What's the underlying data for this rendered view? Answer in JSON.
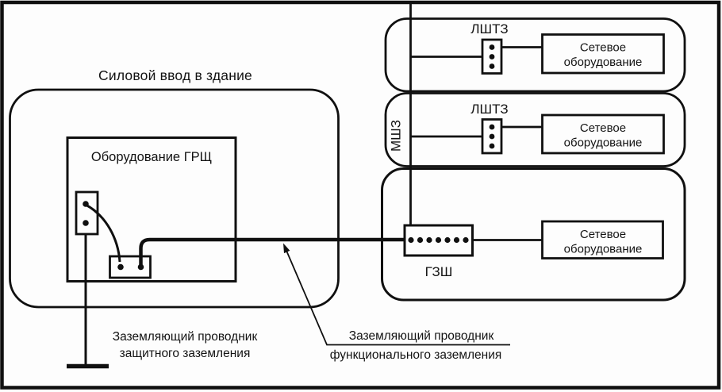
{
  "colors": {
    "ink": "#101010",
    "paper": "#fdfdfd"
  },
  "power_input": {
    "title": "Силовой ввод в здание",
    "grsh_label": "Оборудование ГРЩ"
  },
  "ground_bus": {
    "mshz_label": "МШЗ",
    "gzsh_label": "ГЗШ"
  },
  "branches": [
    {
      "terminal_label": "ЛШТЗ",
      "equipment": {
        "line1": "Сетевое",
        "line2": "оборудование"
      }
    },
    {
      "terminal_label": "ЛШТЗ",
      "equipment": {
        "line1": "Сетевое",
        "line2": "оборудование"
      }
    },
    {
      "equipment": {
        "line1": "Сетевое",
        "line2": "оборудование"
      }
    }
  ],
  "annotations": {
    "protective": {
      "line1": "Заземляющий проводник",
      "line2": "защитного заземления"
    },
    "functional": {
      "line1": "Заземляющий проводник",
      "line2": "функционального заземления"
    }
  }
}
